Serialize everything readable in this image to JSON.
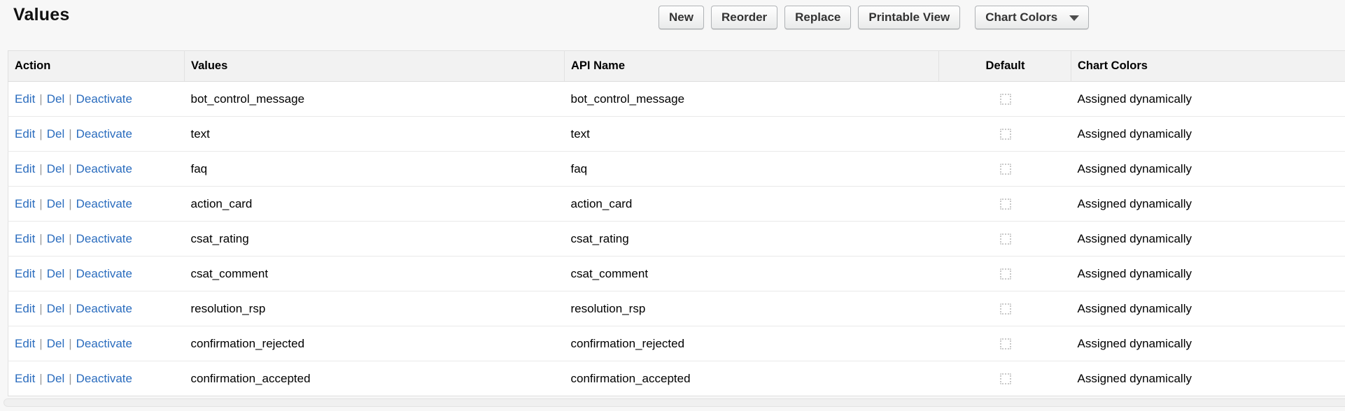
{
  "page": {
    "title": "Values"
  },
  "toolbar": {
    "new_label": "New",
    "reorder_label": "Reorder",
    "replace_label": "Replace",
    "printable_view_label": "Printable View",
    "chart_colors_label": "Chart Colors"
  },
  "table": {
    "columns": {
      "action": "Action",
      "values": "Values",
      "api_name": "API Name",
      "default": "Default",
      "chart_colors": "Chart Colors"
    },
    "action_links": [
      "Edit",
      "Del",
      "Deactivate"
    ],
    "action_separator": "|",
    "rows": [
      {
        "value": "bot_control_message",
        "api_name": "bot_control_message",
        "default_checked": false,
        "chart_colors": "Assigned dynamically"
      },
      {
        "value": "text",
        "api_name": "text",
        "default_checked": false,
        "chart_colors": "Assigned dynamically"
      },
      {
        "value": "faq",
        "api_name": "faq",
        "default_checked": false,
        "chart_colors": "Assigned dynamically"
      },
      {
        "value": "action_card",
        "api_name": "action_card",
        "default_checked": false,
        "chart_colors": "Assigned dynamically"
      },
      {
        "value": "csat_rating",
        "api_name": "csat_rating",
        "default_checked": false,
        "chart_colors": "Assigned dynamically"
      },
      {
        "value": "csat_comment",
        "api_name": "csat_comment",
        "default_checked": false,
        "chart_colors": "Assigned dynamically"
      },
      {
        "value": "resolution_rsp",
        "api_name": "resolution_rsp",
        "default_checked": false,
        "chart_colors": "Assigned dynamically"
      },
      {
        "value": "confirmation_rejected",
        "api_name": "confirmation_rejected",
        "default_checked": false,
        "chart_colors": "Assigned dynamically"
      },
      {
        "value": "confirmation_accepted",
        "api_name": "confirmation_accepted",
        "default_checked": false,
        "chart_colors": "Assigned dynamically"
      }
    ]
  },
  "colors": {
    "link_blue": "#2a6cbe",
    "header_bg": "#f2f2f2",
    "page_bg": "#f7f7f7",
    "row_border": "#e9e9e9",
    "button_border": "#b0b3b6"
  }
}
